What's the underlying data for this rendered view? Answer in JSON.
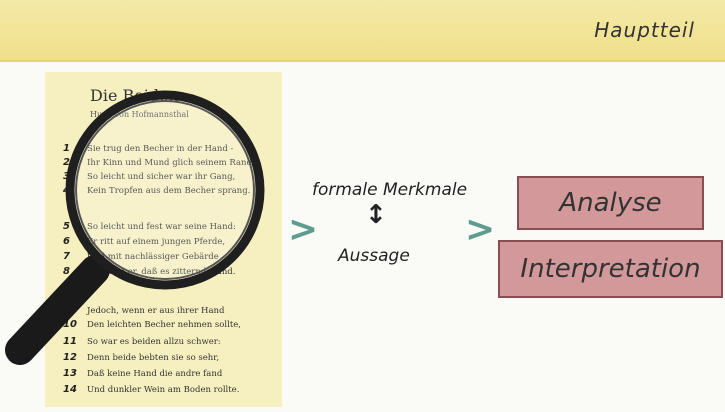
{
  "header": {
    "section_title": "Hauptteil"
  },
  "poem": {
    "title": "Die Beiden",
    "author": "Hugo von Hofmannsthal",
    "lines": [
      {
        "num": "1",
        "text": "Sie trug den Becher in der Hand -"
      },
      {
        "num": "2",
        "text": "Ihr Kinn und Mund glich seinem Rand -"
      },
      {
        "num": "3",
        "text": "So leicht und sicher war ihr Gang,"
      },
      {
        "num": "4",
        "text": "Kein Tropfen aus dem Becher sprang."
      },
      {
        "num": "5",
        "text": "So leicht und fest war seine Hand:"
      },
      {
        "num": "6",
        "text": "Er ritt auf einem jungen Pferde,"
      },
      {
        "num": "7",
        "text": "Und mit nachlässiger Gebärde"
      },
      {
        "num": "8",
        "text": "Erzwang er, daß es zitternd stand."
      },
      {
        "num": "9",
        "text": "Jedoch, wenn er aus ihrer Hand"
      },
      {
        "num": "10",
        "text": "Den leichten Becher nehmen sollte,"
      },
      {
        "num": "11",
        "text": "So war es beiden allzu schwer:"
      },
      {
        "num": "12",
        "text": "Denn beide bebten sie so sehr,"
      },
      {
        "num": "13",
        "text": "Daß keine Hand die andre fand"
      },
      {
        "num": "14",
        "text": "Und dunkler Wein am Boden rollte."
      }
    ]
  },
  "diagram": {
    "chevron": ">",
    "formal_label": "formale Merkmale",
    "arrow_symbol": "↕",
    "content_label": "Aussage",
    "analysis_label": "Analyse",
    "interpretation_label": "Interpretation"
  },
  "colors": {
    "header": "#f2e59a",
    "paper": "#f6f0c0",
    "chevron": "#5e9c90",
    "box_fill": "#d3989a",
    "box_border": "#8a4e52"
  }
}
